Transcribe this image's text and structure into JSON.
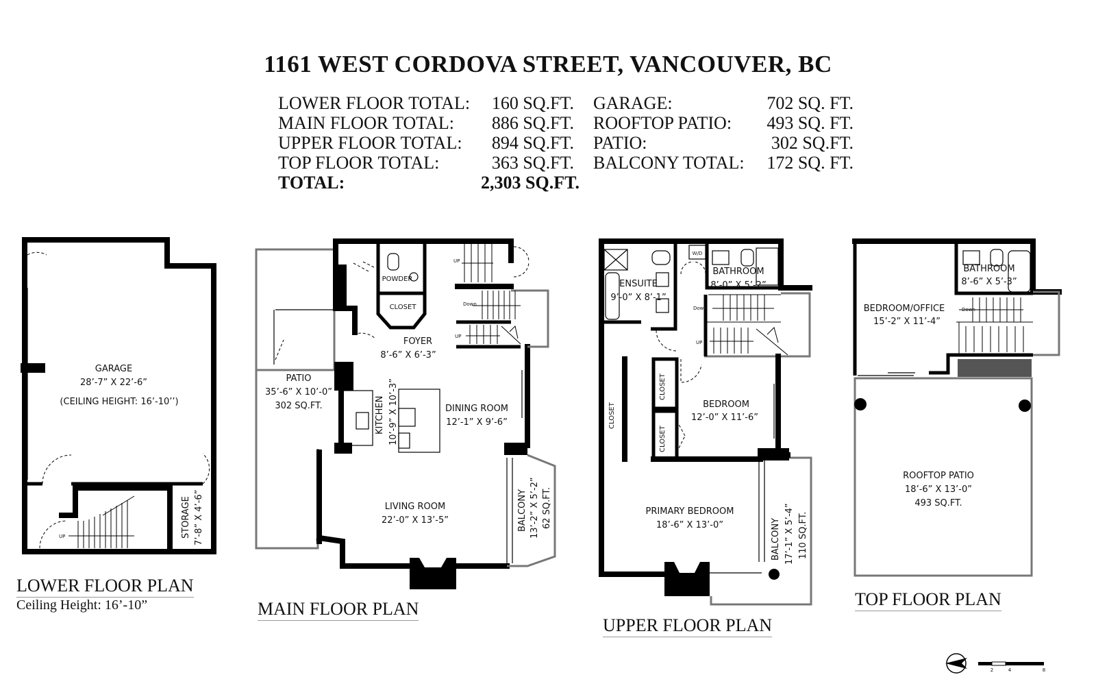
{
  "title": "1161 WEST CORDOVA STREET, VANCOUVER, BC",
  "summary": {
    "left": [
      {
        "label": "LOWER FLOOR TOTAL:",
        "value": "160 SQ.FT."
      },
      {
        "label": "MAIN FLOOR TOTAL:",
        "value": "886 SQ.FT."
      },
      {
        "label": "UPPER FLOOR TOTAL:",
        "value": "894 SQ.FT."
      },
      {
        "label": "TOP FLOOR TOTAL:",
        "value": "363 SQ.FT."
      }
    ],
    "total": {
      "label": "TOTAL:",
      "value": "2,303 SQ.FT."
    },
    "right": [
      {
        "label": "GARAGE:",
        "value": "702 SQ. FT."
      },
      {
        "label": "ROOFTOP PATIO:",
        "value": "493 SQ. FT."
      },
      {
        "label": "PATIO:",
        "value": "302 SQ.FT."
      },
      {
        "label": "BALCONY TOTAL:",
        "value": "172 SQ. FT."
      }
    ]
  },
  "lower": {
    "plan_title": "LOWER FLOOR PLAN",
    "ceiling_note": "Ceiling Height: 16’-10”",
    "garage": {
      "name": "GARAGE",
      "dim": "28’-7” X 22’-6”",
      "note": "(CEILING HEIGHT: 16’-10’’)"
    },
    "storage": {
      "name": "STORAGE",
      "dim": "7’-8” X 4’-6”"
    },
    "up": "UP"
  },
  "main": {
    "plan_title": "MAIN FLOOR PLAN",
    "powder": "POWDER",
    "closet": "CLOSET",
    "foyer": {
      "name": "FOYER",
      "dim": "8’-6” X 6’-3”"
    },
    "patio": {
      "name": "PATIO",
      "dim": "35’-6” X 10’-0”",
      "area": "302 SQ.FT."
    },
    "kitchen": {
      "name": "KITCHEN",
      "dim": "10’-9” X 10’-3”"
    },
    "dining": {
      "name": "DINING ROOM",
      "dim": "12’-1” X 9’-6”"
    },
    "living": {
      "name": "LIVING ROOM",
      "dim": "22’-0” X 13’-5”"
    },
    "balcony": {
      "name": "BALCONY",
      "dim": "13’-2” X 5’-2”",
      "area": "62 SQ.FT."
    },
    "up": "UP",
    "down": "Down"
  },
  "upper": {
    "plan_title": "UPPER FLOOR PLAN",
    "wd": "W/D",
    "ensuite": {
      "name": "ENSUITE",
      "dim": "9’-0” X 8’-1”"
    },
    "bathroom": {
      "name": "BATHROOM",
      "dim": "8’-0” X 5’-2”"
    },
    "closet": "CLOSET",
    "bedroom": {
      "name": "BEDROOM",
      "dim": "12’-0” X 11’-6”"
    },
    "primary": {
      "name": "PRIMARY BEDROOM",
      "dim": "18’-6” X 13’-0”"
    },
    "balcony": {
      "name": "BALCONY",
      "dim": "17’-1” X 5’-4”",
      "area": "110 SQ.FT."
    },
    "up": "UP",
    "down": "Down"
  },
  "top": {
    "plan_title": "TOP FLOOR PLAN",
    "bedroom_office": {
      "name": "BEDROOM/OFFICE",
      "dim": "15’-2” X 11’-4”"
    },
    "bathroom": {
      "name": "BATHROOM",
      "dim": "8’-6” X 5’-3”"
    },
    "rooftop": {
      "name": "ROOFTOP PATIO",
      "dim": "18’-6” X 13’-0”",
      "area": "493 SQ.FT."
    },
    "down": "Down"
  },
  "scale": {
    "ticks": [
      "2",
      "4",
      "8"
    ]
  }
}
